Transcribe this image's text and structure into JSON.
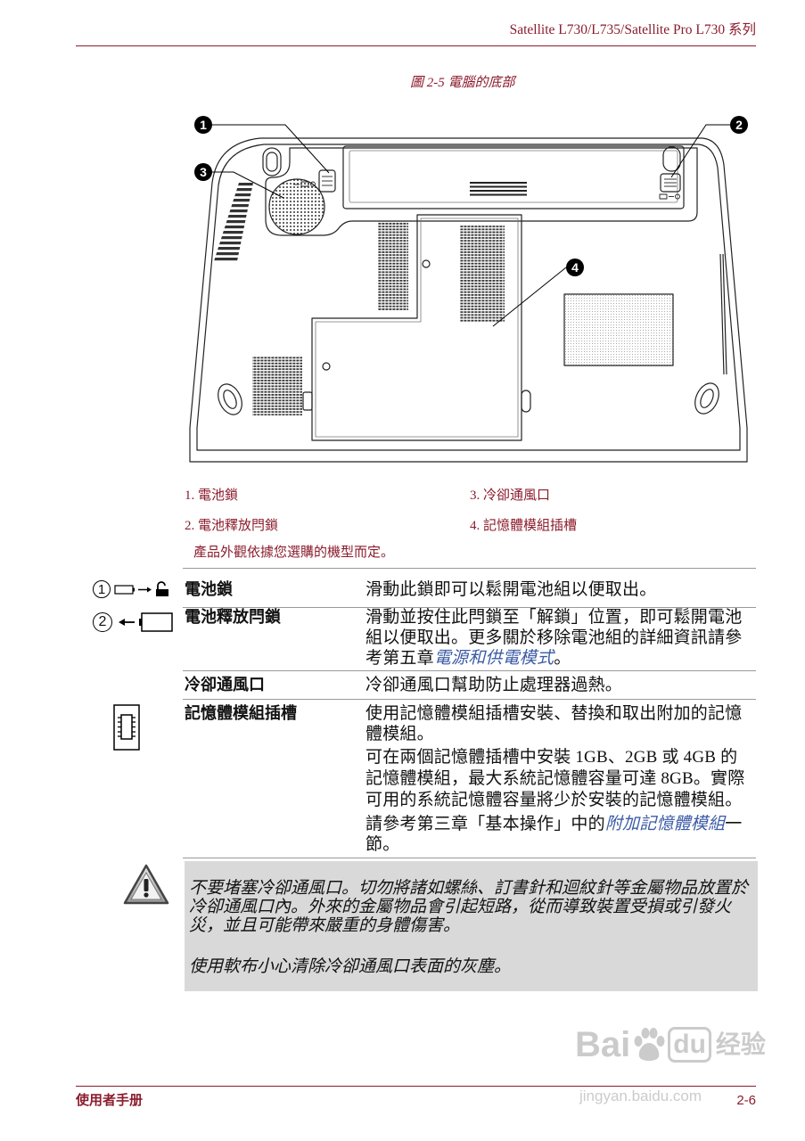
{
  "header": {
    "title": "Satellite L730/L735/Satellite Pro L730 系列"
  },
  "figure": {
    "caption": "圖 2-5 電腦的底部",
    "callouts": [
      {
        "number": "1"
      },
      {
        "number": "2"
      },
      {
        "number": "3"
      },
      {
        "number": "4"
      }
    ]
  },
  "legend": {
    "items": [
      "1. 電池鎖",
      "2. 電池釋放閂鎖",
      "3. 冷卻通風口",
      "4. 記憶體模組插槽"
    ],
    "note": "產品外觀依據您選購的機型而定。"
  },
  "table": {
    "rows": [
      {
        "icon": "battery-lock-icon",
        "icon_number": "1",
        "term": "電池鎖",
        "lines": [
          "滑動此鎖即可以鬆開電池組以便取出。"
        ]
      },
      {
        "icon": "battery-release-latch-icon",
        "icon_number": "2",
        "term": "電池釋放閂鎖",
        "lines": [
          "滑動並按住此閂鎖至「解鎖」位置，即可鬆開電池",
          "組以便取出。更多關於移除電池組的詳細資訊請參"
        ],
        "reference": {
          "before": "考第五章",
          "link": "電源和供電模式",
          "after": "。"
        }
      },
      {
        "term": "冷卻通風口",
        "lines": [
          "冷卻通風口幫助防止處理器過熱。"
        ]
      },
      {
        "icon": "memory-module-icon",
        "term": "記憶體模組插槽",
        "paragraphs": [
          [
            "使用記憶體模組插槽安裝、替換和取出附加的記憶",
            "體模組。"
          ],
          [
            "可在兩個記憶體插槽中安裝 1GB、2GB 或 4GB 的",
            "記憶體模組，最大系統記憶體容量可達 8GB。實際",
            "可用的系統記憶體容量將少於安裝的記憶體模組。"
          ]
        ],
        "reference": {
          "before": "請參考第三章「基本操作」中的",
          "link": "附加記憶體模組",
          "after": "一",
          "last_line": "節。"
        }
      }
    ]
  },
  "warning": {
    "icon": "warning-triangle-icon",
    "lines": [
      "不要堵塞冷卻通風口。切勿將諸如螺絲、訂書針和迴紋針等金屬物品放置於",
      "冷卻通風口內。外來的金屬物品會引起短路，從而導致裝置受損或引發火",
      "災，並且可能帶來嚴重的身體傷害。"
    ],
    "tip": "使用軟布小心清除冷卻通風口表面的灰塵。"
  },
  "footer": {
    "manual_title": "使用者手册",
    "page_number": "2-6"
  },
  "watermark": {
    "brand_1": "Bai",
    "brand_2": "du",
    "brand_3": "经验",
    "url": "jingyan.baidu.com"
  },
  "colors": {
    "accent": "#8b1c2c",
    "link": "#3b5ba5",
    "warning_background": "#d9d9d9",
    "rule": "#9a9a9a"
  }
}
